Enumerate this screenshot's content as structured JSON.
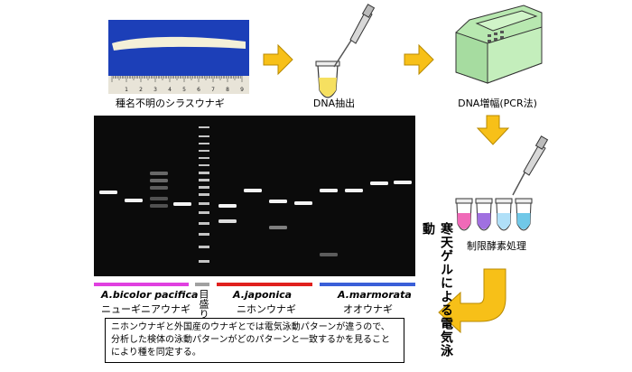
{
  "steps": {
    "sample_label": "種名不明のシラスウナギ",
    "dna_extraction": "DNA抽出",
    "dna_amplification": "DNA増幅(PCR法)",
    "restriction": "制限酵素処理",
    "electrophoresis": "寒天ゲルによる電気泳動"
  },
  "ruler_numbers": [
    "1",
    "2",
    "3",
    "4",
    "5",
    "6",
    "7",
    "8",
    "9"
  ],
  "gel": {
    "marker_label": "目盛り",
    "species": [
      {
        "latin": "A.bicolor pacifica",
        "japanese": "ニューギニアウナギ",
        "color": "#e040e0"
      },
      {
        "latin": "A.japonica",
        "japanese": "ニホンウナギ",
        "color": "#e0201e"
      },
      {
        "latin": "A.marmorata",
        "japanese": "オオウナギ",
        "color": "#3a5fd8"
      }
    ],
    "marker_color": "#a0a0a0"
  },
  "tube_colors": [
    "#f06ab8",
    "#a070e0",
    "#b0e0f8",
    "#70c8e8"
  ],
  "colors": {
    "arrow": "#f7c018",
    "arrow_edge": "#b88a00",
    "pcr_machine": "#b8e8b0"
  },
  "note": "ニホンウナギと外国産のウナギとでは電気泳動パターンが違うので、分析した検体の泳動パターンがどのパターンと一致するかを見ることにより種を同定する。"
}
